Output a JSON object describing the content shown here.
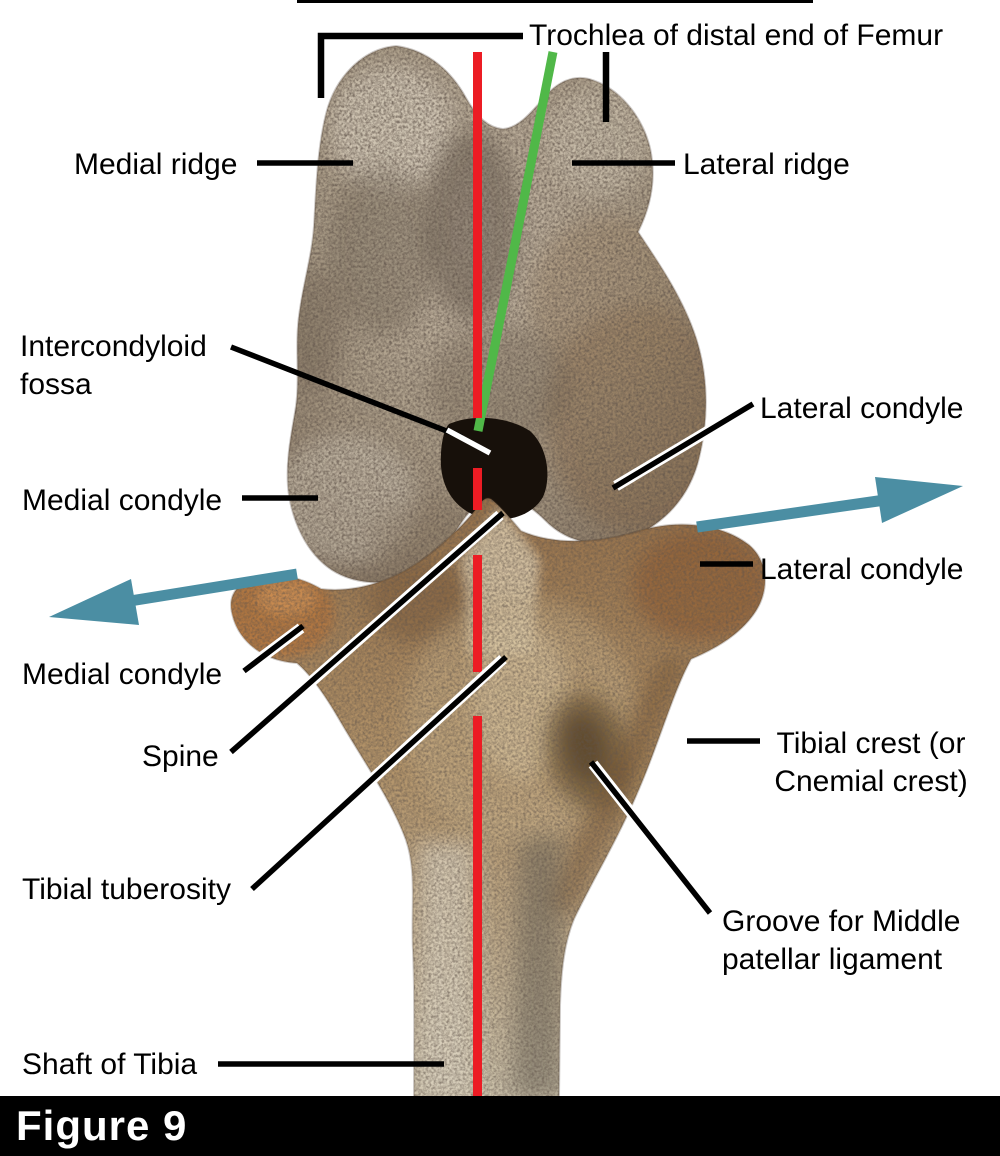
{
  "figure": {
    "caption": "Figure 9",
    "labels": {
      "trochlea": "Trochlea of distal end of Femur",
      "medial_ridge": "Medial ridge",
      "lateral_ridge": "Lateral ridge",
      "intercondyloid_fossa": "Intercondyloid fossa",
      "lateral_condyle_femur": "Lateral condyle",
      "medial_condyle_femur": "Medial condyle",
      "lateral_condyle_tibia": "Lateral condyle",
      "medial_condyle_tibia": "Medial condyle",
      "spine": "Spine",
      "tibial_crest": "Tibial crest (or Cnemial crest)",
      "tibial_tuberosity": "Tibial tuberosity",
      "groove": "Groove for Middle patellar ligament",
      "shaft_of_tibia": "Shaft of Tibia"
    },
    "colors": {
      "femoral_axis_red": "#ec1c24",
      "trochlear_axis_green": "#50b848",
      "direction_arrow_teal": "#4b8ea3",
      "leader_line": "#000000",
      "caption_bar_bg": "#000000",
      "caption_text": "#ffffff"
    }
  }
}
